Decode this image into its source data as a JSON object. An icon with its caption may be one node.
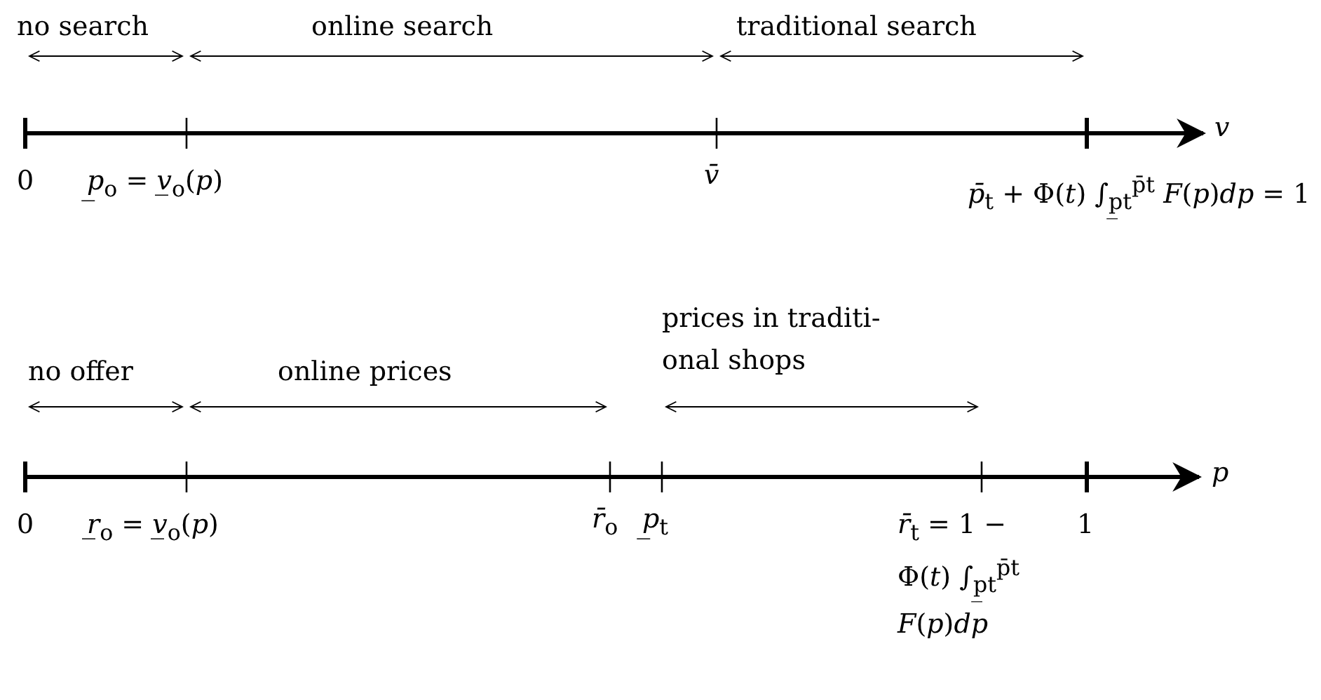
{
  "diagram": {
    "labels": [
      "no search",
      "online search",
      "traditional search",
      "*v*",
      "0",
      "*p̲*$_{o}$ = *v̲*$_{o}$(*p*)",
      "*v̄*",
      "*p̄*$_{t}$ + Φ(*t*) ∫$_{p̲t}$$^{p̄t}$ *F*(*p*)*dp* = 1",
      "prices in traditi- onal shops",
      "no offer",
      "online prices",
      "*p*",
      "0",
      "*r̲*$_{o}$ = *v̲*$_{o}$(*p*)",
      "*r̄*$_{o}$",
      "*p̲*$_{t}$",
      "*r̄*$_{t}$ = 1 − Φ(*t*) ∫$_{p̲t}$$^{p̄t}$ *F*(*p*)*dp*",
      "1"
    ]
  }
}
